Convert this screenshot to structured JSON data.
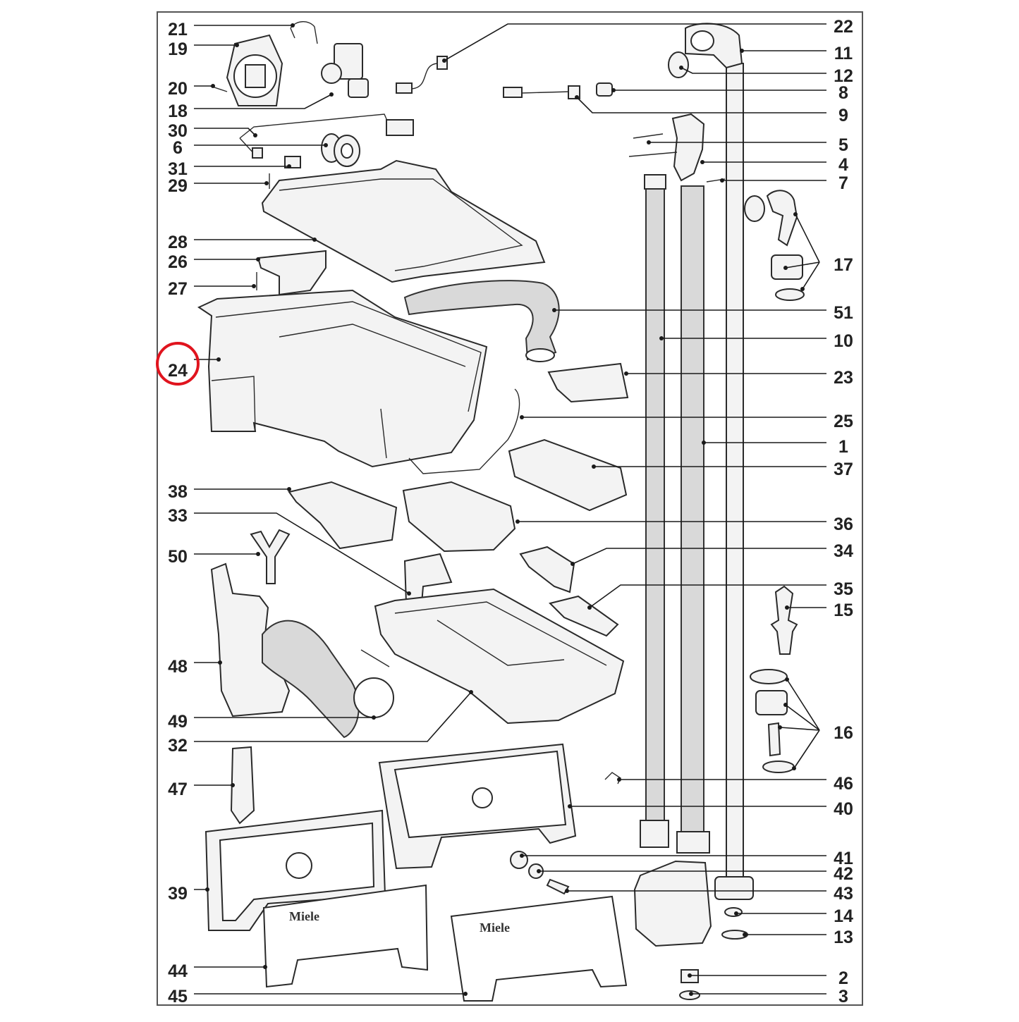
{
  "diagram": {
    "brand_text": "Miele",
    "highlight_color": "#e0141e",
    "highlighted_part": "24",
    "left_labels": [
      "21",
      "19",
      "20",
      "18",
      "30",
      "6",
      "31",
      "29",
      "28",
      "26",
      "27",
      "24",
      "38",
      "33",
      "50",
      "48",
      "49",
      "32",
      "47",
      "39",
      "44",
      "45"
    ],
    "right_labels": [
      "22",
      "11",
      "12",
      "8",
      "9",
      "5",
      "4",
      "7",
      "17",
      "51",
      "10",
      "23",
      "25",
      "1",
      "37",
      "36",
      "34",
      "35",
      "15",
      "16",
      "46",
      "40",
      "41",
      "42",
      "43",
      "14",
      "13",
      "2",
      "3"
    ]
  }
}
